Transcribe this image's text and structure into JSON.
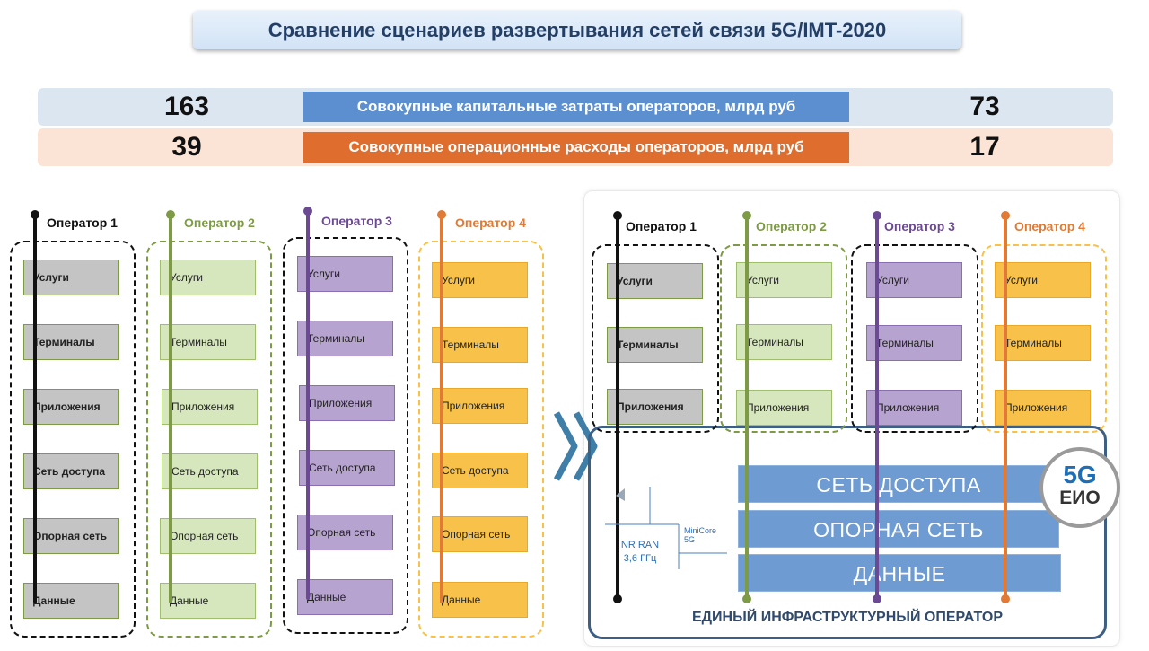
{
  "title": "Сравнение сценариев развертывания сетей связи 5G/IMT-2020",
  "metrics": {
    "capex": {
      "label": "Совокупные капитальные затраты операторов, млрд руб",
      "left": "163",
      "right": "73"
    },
    "opex": {
      "label": "Совокупные операционные расходы операторов, млрд руб",
      "left": "39",
      "right": "17"
    }
  },
  "layers": [
    "Услуги",
    "Терминалы",
    "Приложения",
    "Сеть доступа",
    "Опорная сеть",
    "Данные"
  ],
  "operators": [
    "Оператор 1",
    "Оператор 2",
    "Оператор 3",
    "Оператор 4"
  ],
  "colors": {
    "op1": "#111111",
    "op2": "#7d9b45",
    "op3": "#6b4a93",
    "op4": "#e07a35",
    "op1_fill": "#c4c4c4",
    "op2_fill": "#d6e7bd",
    "op3_fill": "#b7a3cf",
    "op4_fill": "#f8c24a",
    "capex_bar": "#5b8fcf",
    "opex_bar": "#de6d2e",
    "capex_row": "#dce6f1",
    "opex_row": "#fbe4d5"
  },
  "shared_layers": [
    "СЕТЬ ДОСТУПА",
    "ОПОРНАЯ СЕТЬ",
    "ДАННЫЕ"
  ],
  "infra_label": "ЕДИНЫЙ ИНФРАСТРУКТУРНЫЙ ОПЕРАТОР",
  "badge": {
    "top": "5G",
    "bottom": "ЕИО"
  },
  "nr_ran": {
    "line1": "NR RAN",
    "line2": "3,6 ГГц"
  },
  "minicore": "MiniCore 5G",
  "arrow_icon": "double-chevron-right"
}
